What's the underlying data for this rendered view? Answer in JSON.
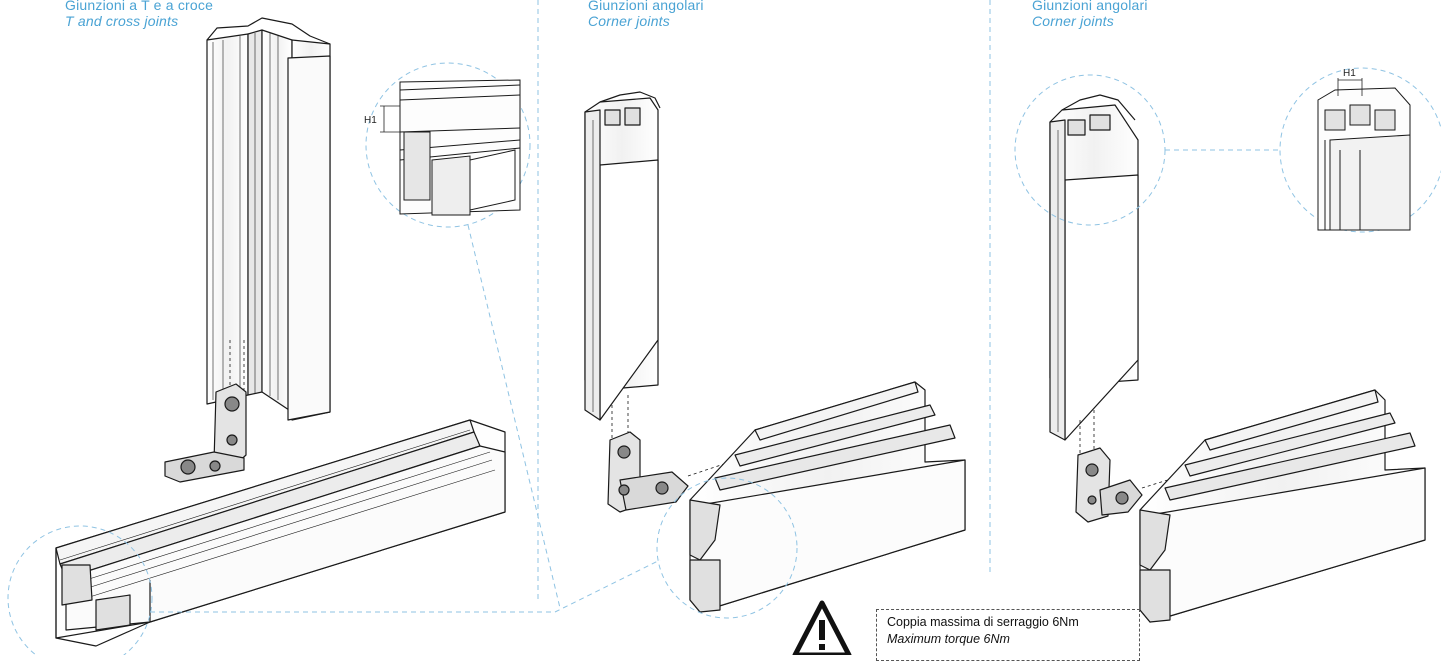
{
  "panels": [
    {
      "title_it": "Giunzioni a T e a croce",
      "title_en": "T and cross joints"
    },
    {
      "title_it": "Giunzioni angolari",
      "title_en": "Corner joints"
    },
    {
      "title_it": "Giunzioni angolari",
      "title_en": "Corner joints"
    }
  ],
  "dimensions": {
    "h1": "H1"
  },
  "warning": {
    "text_it": "Coppia massima di serraggio 6Nm",
    "text_en": "Maximum torque 6Nm"
  },
  "colors": {
    "accent": "#4aa3d4",
    "line": "#1a1a1a",
    "dashed": "#8fc3e3"
  }
}
